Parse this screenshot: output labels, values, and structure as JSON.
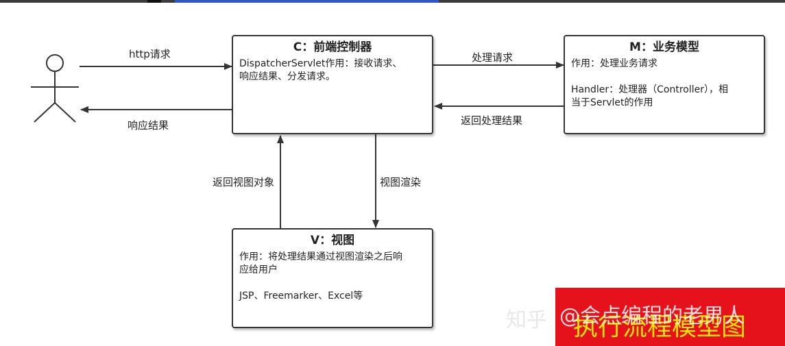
{
  "controller_box": {
    "title": "C：前端控制器",
    "lines": [
      "DispatcherServlet作用：接收请求、",
      "响应结果、分发请求。"
    ]
  },
  "model_box": {
    "title": "M：业务模型",
    "line1": "作用：处理业务请求",
    "line2": "Handler：处理器（Controller），相",
    "line3": "当于Servlet的作用"
  },
  "view_box": {
    "title": "V：视图",
    "line1": "作用：将处理结果通过视图渲染之后响",
    "line2": "应给用户",
    "line3": "JSP、Freemarker、Excel等"
  },
  "arrows": {
    "http_request": "http请求",
    "response_result": "响应结果",
    "process_request": "处理请求",
    "return_process_result": "返回处理结果",
    "return_view_object": "返回视图对象",
    "view_render": "视图渲染"
  },
  "watermark": {
    "site": "知乎",
    "author": "@会点编程的老男人",
    "banner": "执行流程模型图"
  },
  "colors": {
    "banner_bg": "#e6121b",
    "banner_text": "#f2e600",
    "line": "#333333"
  }
}
